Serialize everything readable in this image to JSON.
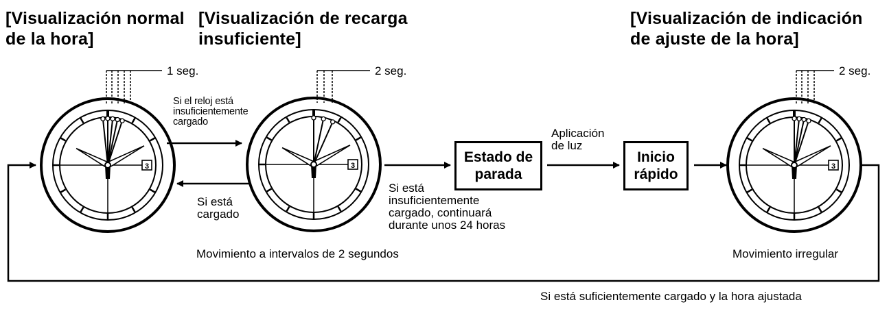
{
  "titles": {
    "normal_line1": "[Visualización normal",
    "normal_line2": "de la hora]",
    "low_line1": "[Visualización de recarga",
    "low_line2": "insuficiente]",
    "set_line1": "[Visualización de indicación",
    "set_line2": "de ajuste de la hora]"
  },
  "intervals": {
    "normal": "1 seg.",
    "low": "2 seg.",
    "set": "2 seg."
  },
  "dial_date": "3",
  "transitions": {
    "insufficient_line1": "Si el reloj está",
    "insufficient_line2": "insuficientemente",
    "insufficient_line3": "cargado",
    "charged_line1": "Si está",
    "charged_line2": "cargado",
    "light_line1": "Aplicación",
    "light_line2": "de luz",
    "continue_line1": "Si está",
    "continue_line2": "insuficientemente",
    "continue_line3": "cargado, continuará",
    "continue_line4": "durante unos 24 horas",
    "return": "Si está suficientemente cargado y la hora ajustada"
  },
  "boxes": {
    "stop_line1": "Estado de",
    "stop_line2": "parada",
    "quick_line1": "Inicio",
    "quick_line2": "rápido"
  },
  "captions": {
    "two_second": "Movimiento a intervalos de 2 segundos",
    "irregular": "Movimiento irregular"
  }
}
